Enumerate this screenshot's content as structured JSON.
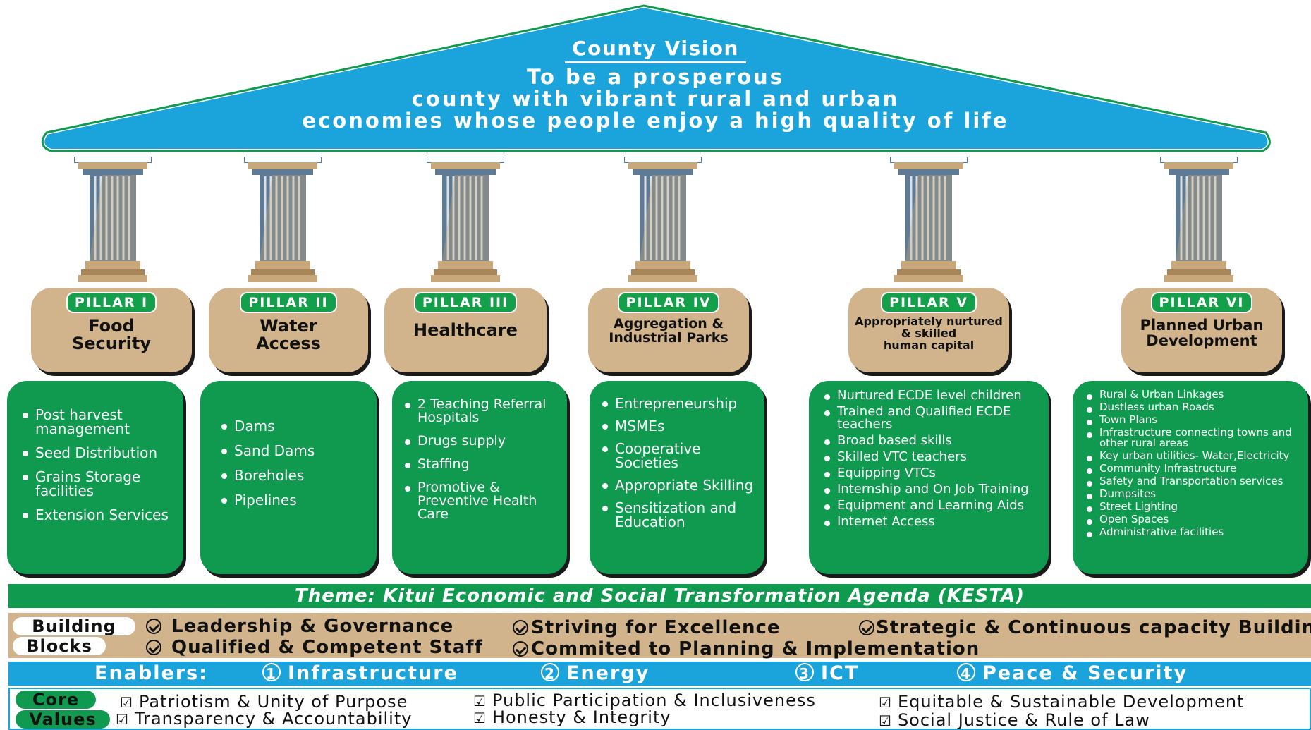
{
  "vision": {
    "title": "County Vision",
    "line1": "To be a prosperous",
    "line2": "county with vibrant rural and urban",
    "line3": "economies whose  people enjoy a high quality of life"
  },
  "colors": {
    "sky": "#1ba3dc",
    "green": "#0f9a4f",
    "tan": "#d2b48c",
    "column": "#5e7a94"
  },
  "pillars": [
    {
      "badge": "PILLAR I",
      "name": [
        "Food",
        "Security"
      ],
      "items": [
        "Post harvest management",
        "Seed Distribution",
        "Grains Storage facilities",
        "Extension Services"
      ]
    },
    {
      "badge": "PILLAR II",
      "name": [
        "Water",
        "Access"
      ],
      "items": [
        "Dams",
        "Sand Dams",
        "Boreholes",
        "Pipelines"
      ]
    },
    {
      "badge": "PILLAR III",
      "name": [
        "Healthcare"
      ],
      "items": [
        "2 Teaching Referral Hospitals",
        "Drugs supply",
        "Staffing",
        "Promotive & Preventive Health Care"
      ]
    },
    {
      "badge": "PILLAR IV",
      "name": [
        "Aggregation &",
        "Industrial Parks"
      ],
      "items": [
        "Entrepreneurship",
        "MSMEs",
        "Cooperative Societies",
        "Appropriate Skilling",
        "Sensitization and Education"
      ]
    },
    {
      "badge": "PILLAR V",
      "name": [
        "Appropriately nurtured",
        "& skilled",
        "human capital"
      ],
      "items": [
        "Nurtured ECDE level children",
        "Trained and Qualified ECDE teachers",
        "Broad based skills",
        "Skilled VTC teachers",
        "Equipping VTCs",
        "Internship and On Job Training",
        "Equipment and Learning Aids",
        "Internet Access"
      ]
    },
    {
      "badge": "PILLAR VI",
      "name": [
        "Planned Urban",
        "Development"
      ],
      "items": [
        "Rural & Urban Linkages",
        "Dustless urban Roads",
        "Town Plans",
        "Infrastructure connecting towns and other rural areas",
        "Key urban utilities- Water,Electricity",
        "Community Infrastructure",
        "Safety and Transportation services",
        "Dumpsites",
        "Street Lighting",
        "Open Spaces",
        "Administrative facilities"
      ]
    }
  ],
  "theme": "Theme: Kitui Economic and Social Transformation Agenda (KESTA)",
  "building_blocks": {
    "label1": "Building",
    "label2": "Blocks",
    "items": [
      "Leadership & Governance",
      "Qualified & Competent Staff",
      "Striving for Excellence",
      "Commited to Planning & Implementation",
      "Strategic & Continuous capacity Building"
    ]
  },
  "enablers": {
    "label": "Enablers:",
    "items": [
      {
        "num": "1",
        "text": "Infrastructure"
      },
      {
        "num": "2",
        "text": "Energy"
      },
      {
        "num": "3",
        "text": "ICT"
      },
      {
        "num": "4",
        "text": "Peace & Security"
      }
    ]
  },
  "core_values": {
    "label1": "Core",
    "label2": "Values",
    "items": [
      "Patriotism & Unity of Purpose",
      "Transparency &  Accountability",
      "Public Participation & Inclusiveness",
      "Honesty & Integrity",
      "Equitable & Sustainable Development",
      "Social Justice & Rule of Law"
    ]
  }
}
